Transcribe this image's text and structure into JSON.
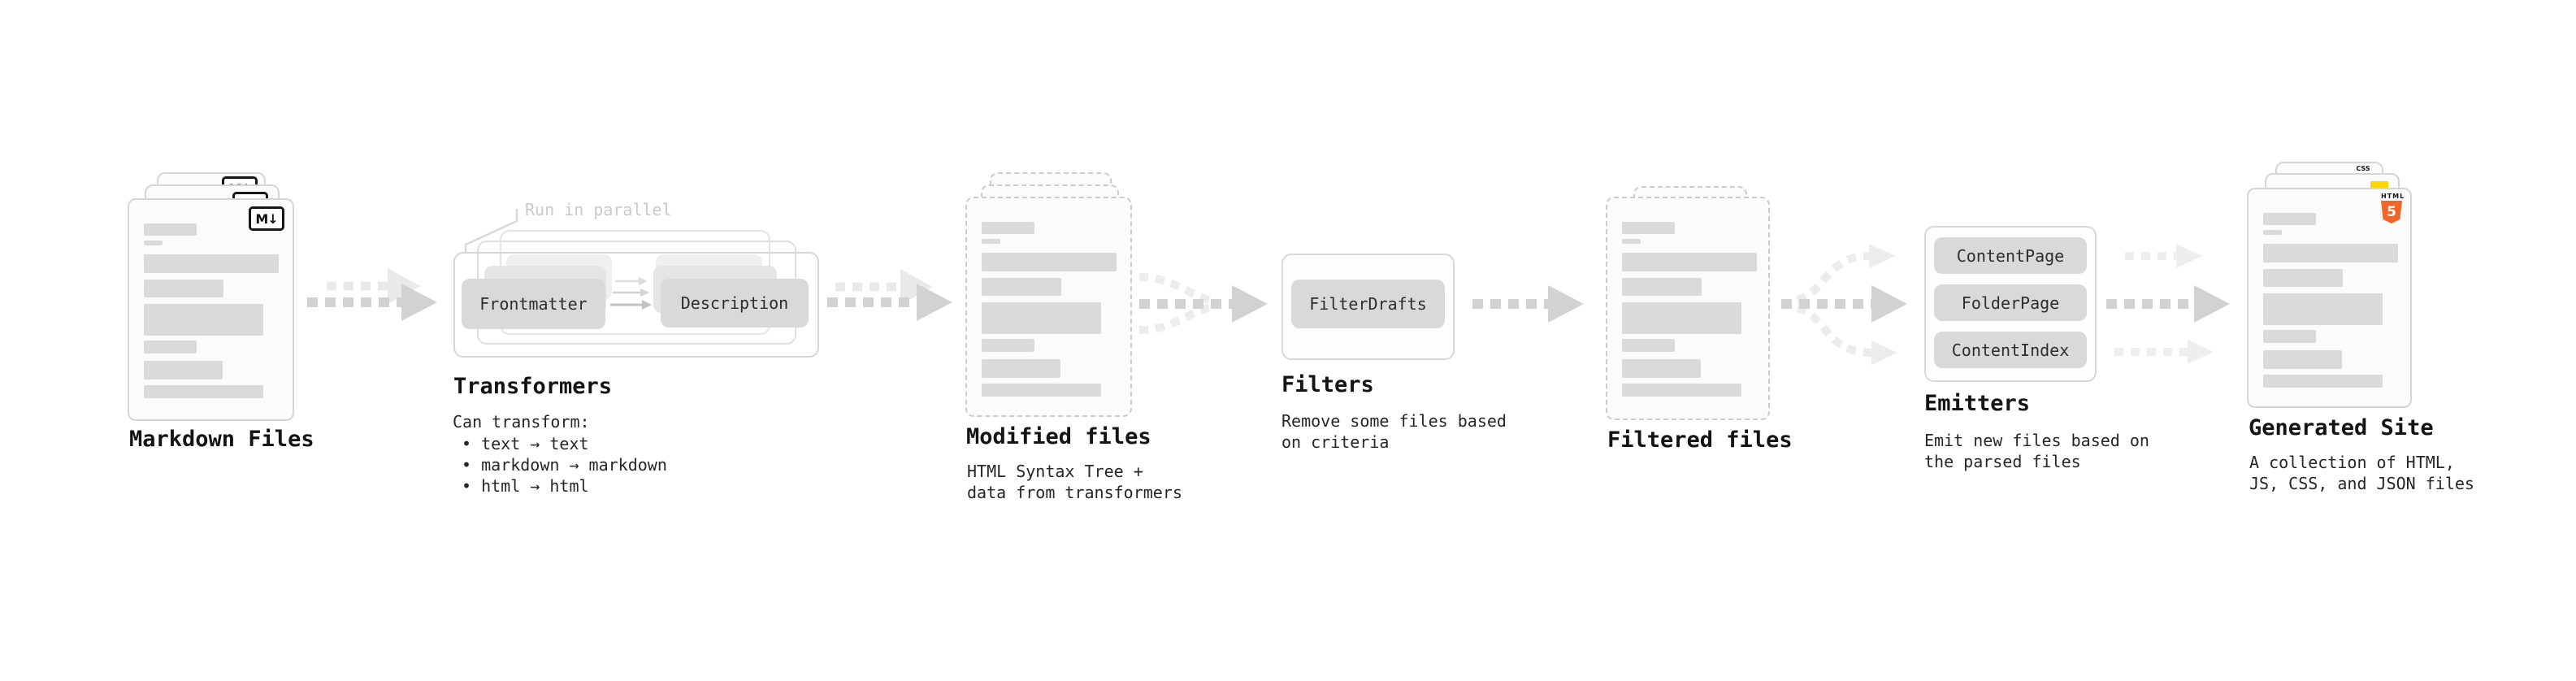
{
  "pipeline": {
    "markdown_files": {
      "title": "Markdown Files",
      "badge": "M↓"
    },
    "transformers": {
      "annotation": "Run in parallel",
      "input_pill": "Frontmatter",
      "output_pill": "Description",
      "title": "Transformers",
      "caption_title": "Can transform:",
      "bullets": [
        "• text → text",
        "• markdown → markdown",
        "• html → html"
      ]
    },
    "modified_files": {
      "title": "Modified files",
      "caption_lines": [
        "HTML Syntax Tree +",
        "data from transformers"
      ]
    },
    "filters": {
      "pill": "FilterDrafts",
      "title": "Filters",
      "caption_lines": [
        "Remove some files based",
        "on criteria"
      ]
    },
    "filtered_files": {
      "title": "Filtered files"
    },
    "emitters": {
      "pills": [
        "ContentPage",
        "FolderPage",
        "ContentIndex"
      ],
      "title": "Emitters",
      "caption_lines": [
        "Emit new files based on",
        "the parsed files"
      ]
    },
    "generated_site": {
      "title": "Generated Site",
      "caption_lines": [
        "A collection of HTML,",
        "JS, CSS, and JSON files"
      ],
      "css_badge": "CSS",
      "html_badge_label": "HTML",
      "html_badge_number": "5"
    },
    "colors": {
      "html5_orange": "#f16529",
      "css_blue": "#2962ff",
      "js_yellow": "#ffd600",
      "arrow_dark": "#d2d2d2",
      "arrow_light": "#ebebeb"
    }
  }
}
